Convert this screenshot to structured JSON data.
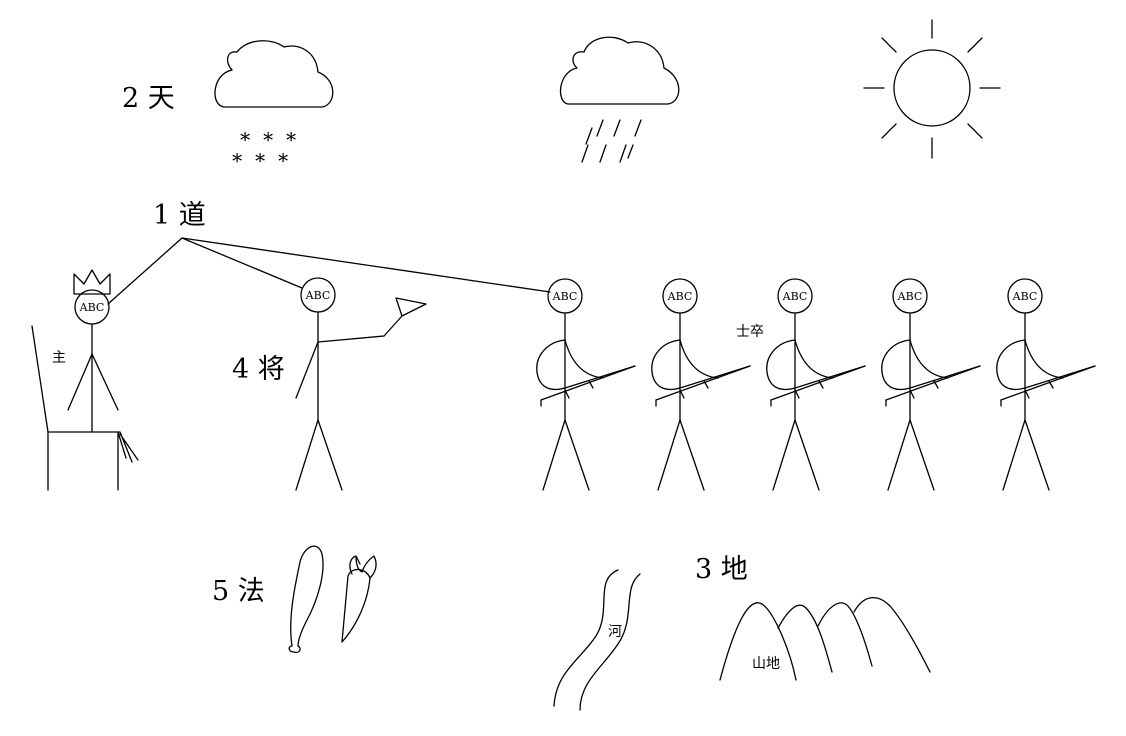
{
  "labels": {
    "dao": "1 道",
    "tian": "2 天",
    "di": "3 地",
    "jiang": "4 将",
    "fa": "5 法",
    "zhu": "主",
    "shizu": "士卒",
    "he": "河",
    "shandi": "山地"
  },
  "head_text": "ABC",
  "snow_glyph": "∗"
}
